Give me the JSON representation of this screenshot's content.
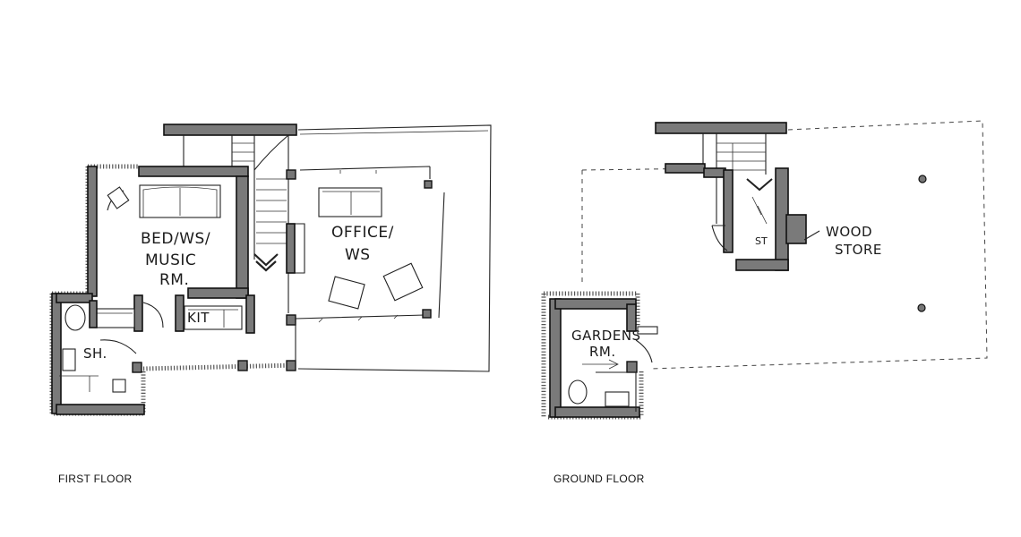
{
  "plans": {
    "first_floor": {
      "caption": "FIRST FLOOR",
      "rooms": {
        "bed_l1": "BED/WS/",
        "bed_l2": "MUSIC",
        "bed_l3": "RM.",
        "office_l1": "OFFICE/",
        "office_l2": "WS",
        "kit": "KIT",
        "shower": "SH."
      }
    },
    "ground_floor": {
      "caption": "GROUND FLOOR",
      "rooms": {
        "gardens_l1": "GARDENS",
        "gardens_l2": "RM.",
        "store": "ST",
        "wood_l1": "WOOD",
        "wood_l2": "STORE"
      }
    }
  },
  "colors": {
    "wall_fill": "#7a7a7a",
    "ink": "#1a1a1a"
  }
}
